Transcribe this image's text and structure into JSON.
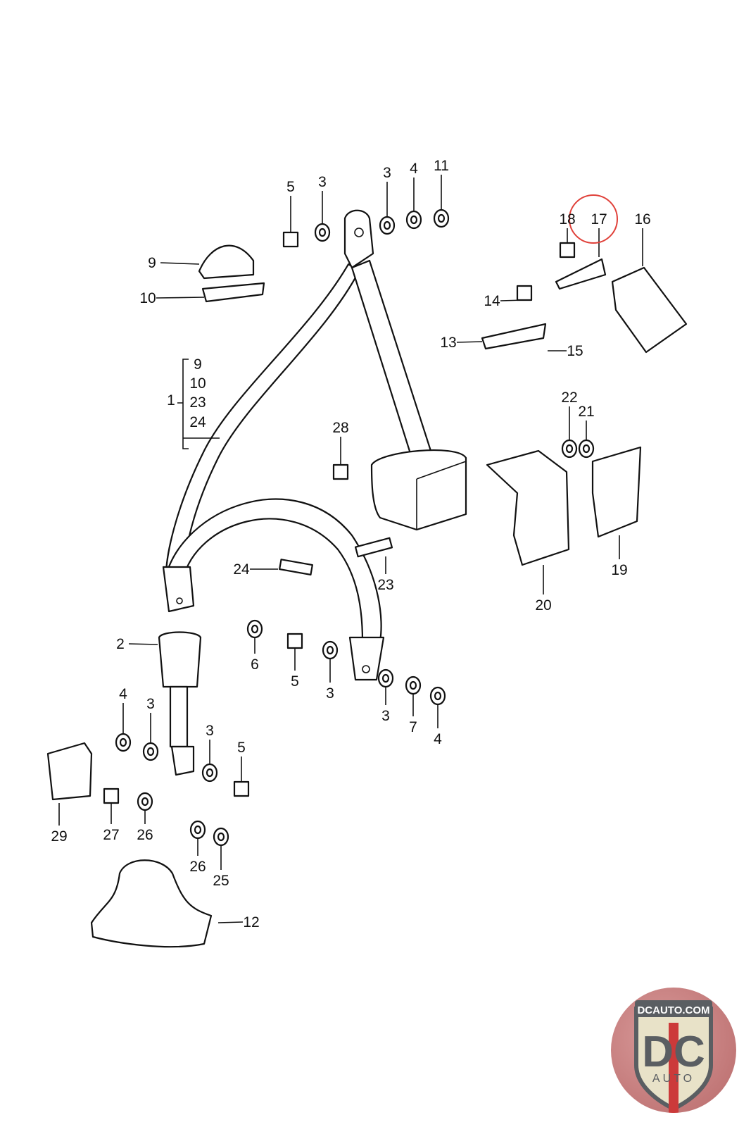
{
  "diagram": {
    "callout_labels": [
      "5",
      "3",
      "3",
      "4",
      "11",
      "18",
      "17",
      "16",
      "9",
      "10",
      "14",
      "13",
      "15",
      "9",
      "10",
      "23",
      "24",
      "1",
      "22",
      "21",
      "28",
      "24",
      "23",
      "20",
      "19",
      "2",
      "6",
      "5",
      "3",
      "4",
      "3",
      "3",
      "7",
      "4",
      "3",
      "5",
      "29",
      "27",
      "26",
      "26",
      "25",
      "12"
    ],
    "highlighted_label": "17",
    "highlight_color": "#e0413a"
  },
  "watermark": {
    "site": "DCAUTO.COM",
    "letters": "DC",
    "sub": "AUTO"
  }
}
